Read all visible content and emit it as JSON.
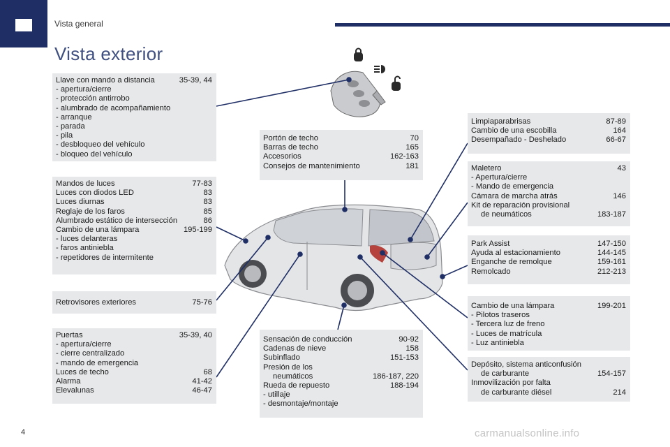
{
  "header": {
    "section": "Vista general"
  },
  "page_title": "Vista exterior",
  "page_number": "4",
  "watermark": "carmanualsonline.info",
  "colors": {
    "accent": "#1f2f66",
    "title": "#3f4f80",
    "box_bg": "#e7e8ea"
  },
  "boxes": {
    "llave": {
      "rows": [
        {
          "t": "Llave con mando a distancia",
          "p": "35-39, 44"
        }
      ],
      "subs": [
        "-   apertura/cierre",
        "-   protección antirrobo",
        "-   alumbrado de acompañamiento",
        "-   arranque",
        "-   parada",
        "-   pila",
        "-   desbloqueo del vehículo",
        "-   bloqueo del vehículo"
      ]
    },
    "luces": {
      "rows": [
        {
          "t": "Mandos de luces",
          "p": "77-83"
        },
        {
          "t": "Luces con diodos LED",
          "p": "83"
        },
        {
          "t": "Luces diurnas",
          "p": "83"
        },
        {
          "t": "Reglaje de los faros",
          "p": "85"
        },
        {
          "t": "Alumbrado estático de intersección",
          "p": "86"
        },
        {
          "t": "Cambio de una lámpara",
          "p": "195-199"
        }
      ],
      "subs": [
        "-   luces delanteras",
        "-   faros antiniebla",
        "-   repetidores de intermitente"
      ]
    },
    "retro": {
      "rows": [
        {
          "t": "Retrovisores exteriores",
          "p": "75-76"
        }
      ]
    },
    "puertas": {
      "row1": {
        "t": "Puertas",
        "p": "35-39, 40"
      },
      "subs": [
        "-   apertura/cierre",
        "-   cierre centralizado",
        "-   mando de emergencia"
      ],
      "rows": [
        {
          "t": "Luces de techo",
          "p": "68"
        },
        {
          "t": "Alarma",
          "p": "41-42"
        },
        {
          "t": "Elevalunas",
          "p": "46-47"
        }
      ]
    },
    "techo": {
      "rows": [
        {
          "t": "Portón de techo",
          "p": "70"
        },
        {
          "t": "Barras de techo",
          "p": "165"
        },
        {
          "t": "Accesorios",
          "p": "162-163"
        },
        {
          "t": "Consejos de mantenimiento",
          "p": "181"
        }
      ]
    },
    "sensacion": {
      "rows": [
        {
          "t": "Sensación de conducción",
          "p": "90-92"
        },
        {
          "t": "Cadenas de nieve",
          "p": "158"
        },
        {
          "t": "Subinflado",
          "p": "151-153"
        }
      ],
      "presion1": "Presión de los",
      "presion2": {
        "t": "neumáticos",
        "p": "186-187, 220"
      },
      "rueda": {
        "t": "Rueda de repuesto",
        "p": "188-194"
      },
      "subs": [
        "-   utillaje",
        "-   desmontaje/montaje"
      ]
    },
    "limpia": {
      "rows": [
        {
          "t": "Limpiaparabrisas",
          "p": "87-89"
        },
        {
          "t": "Cambio de una escobilla",
          "p": "164"
        },
        {
          "t": "Desempañado - Deshelado",
          "p": "66-67"
        }
      ]
    },
    "maletero": {
      "row1": {
        "t": "Maletero",
        "p": "43"
      },
      "subs": [
        "-   Apertura/cierre",
        "-   Mando de emergencia"
      ],
      "camara": {
        "t": "Cámara de marcha atrás",
        "p": "146"
      },
      "kit1": "Kit de reparación provisional",
      "kit2": {
        "t": "de neumáticos",
        "p": "183-187"
      }
    },
    "park": {
      "rows": [
        {
          "t": "Park Assist",
          "p": "147-150"
        },
        {
          "t": "Ayuda al estacionamiento",
          "p": "144-145"
        },
        {
          "t": "Enganche de remolque",
          "p": "159-161"
        },
        {
          "t": "Remolcado",
          "p": "212-213"
        }
      ]
    },
    "lampara": {
      "rows": [
        {
          "t": "Cambio de una lámpara",
          "p": "199-201"
        }
      ],
      "subs": [
        "-   Pilotos traseros",
        "-   Tercera luz de freno",
        "-   Luces de matrícula",
        "-   Luz antiniebla"
      ]
    },
    "deposito": {
      "d1": "Depósito, sistema anticonfusión",
      "d2": {
        "t": "de carburante",
        "p": "154-157"
      },
      "i1": "Inmovilización por falta",
      "i2": {
        "t": "de carburante diésel",
        "p": "214"
      }
    }
  }
}
